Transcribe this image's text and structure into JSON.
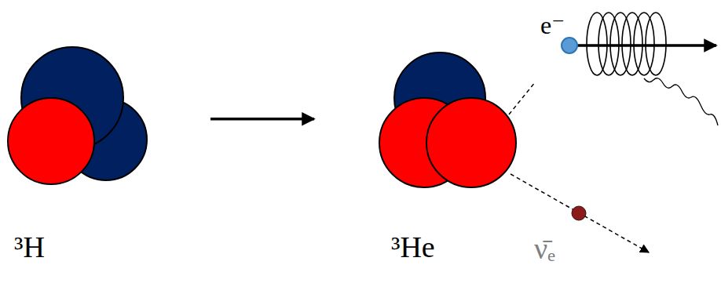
{
  "diagram": {
    "nodes": [
      {
        "text": [
          "³H"
        ]
      },
      {
        "text": [
          "³He"
        ]
      }
    ],
    "edges": [
      {
        "from": 0,
        "to": 1,
        "arrow": "to"
      }
    ],
    "labels": [
      "e⁻",
      "ν̄ₑ"
    ]
  }
}
